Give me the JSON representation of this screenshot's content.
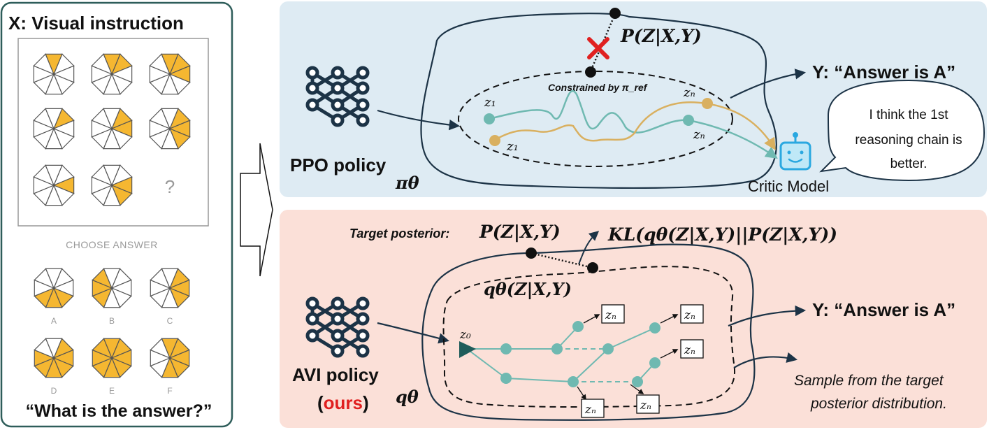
{
  "left_panel": {
    "title": "X: Visual instruction",
    "question_mark": "?",
    "choose_label": "CHOOSE ANSWER",
    "option_letters": [
      "A",
      "B",
      "C",
      "D",
      "E",
      "F"
    ],
    "question": "“What is the answer?”"
  },
  "ppo": {
    "posterior_label": "P(Z|X,Y)",
    "constraint_label": "Constrained by π_ref",
    "z1_top": "z₁",
    "z1_bottom": "z₁",
    "zn_top": "zₙ",
    "zn_bottom": "zₙ",
    "answer": "Y: “Answer is A”",
    "speech": [
      "I think the 1st",
      "reasoning chain is",
      "better."
    ],
    "critic_label": "Critic Model",
    "policy_label": "PPO policy",
    "policy_symbol": "πθ"
  },
  "avi": {
    "target_label": "Target posterior:",
    "target_formula": "P(Z|X,Y)",
    "kl_formula": "KL(qθ(Z|X,Y)||P(Z|X,Y))",
    "q_formula": "qθ(Z|X,Y)",
    "z0": "z₀",
    "zn_labels": [
      "zₙ",
      "zₙ",
      "zₙ",
      "zₙ",
      "zₙ"
    ],
    "answer": "Y: “Answer is A”",
    "sample_text": [
      "Sample from the target",
      "posterior distribution."
    ],
    "policy_label": "AVI policy",
    "ours": "ours",
    "policy_symbol": "qθ"
  },
  "colors": {
    "ppo_bg": "#deebf3",
    "avi_bg": "#fbe0d8",
    "teal": "#6fb9b1",
    "gold": "#d9b060",
    "navy": "#1c3346",
    "red": "#e02020",
    "ours_red": "#e02020",
    "critic_blue": "#2aa8e0"
  }
}
